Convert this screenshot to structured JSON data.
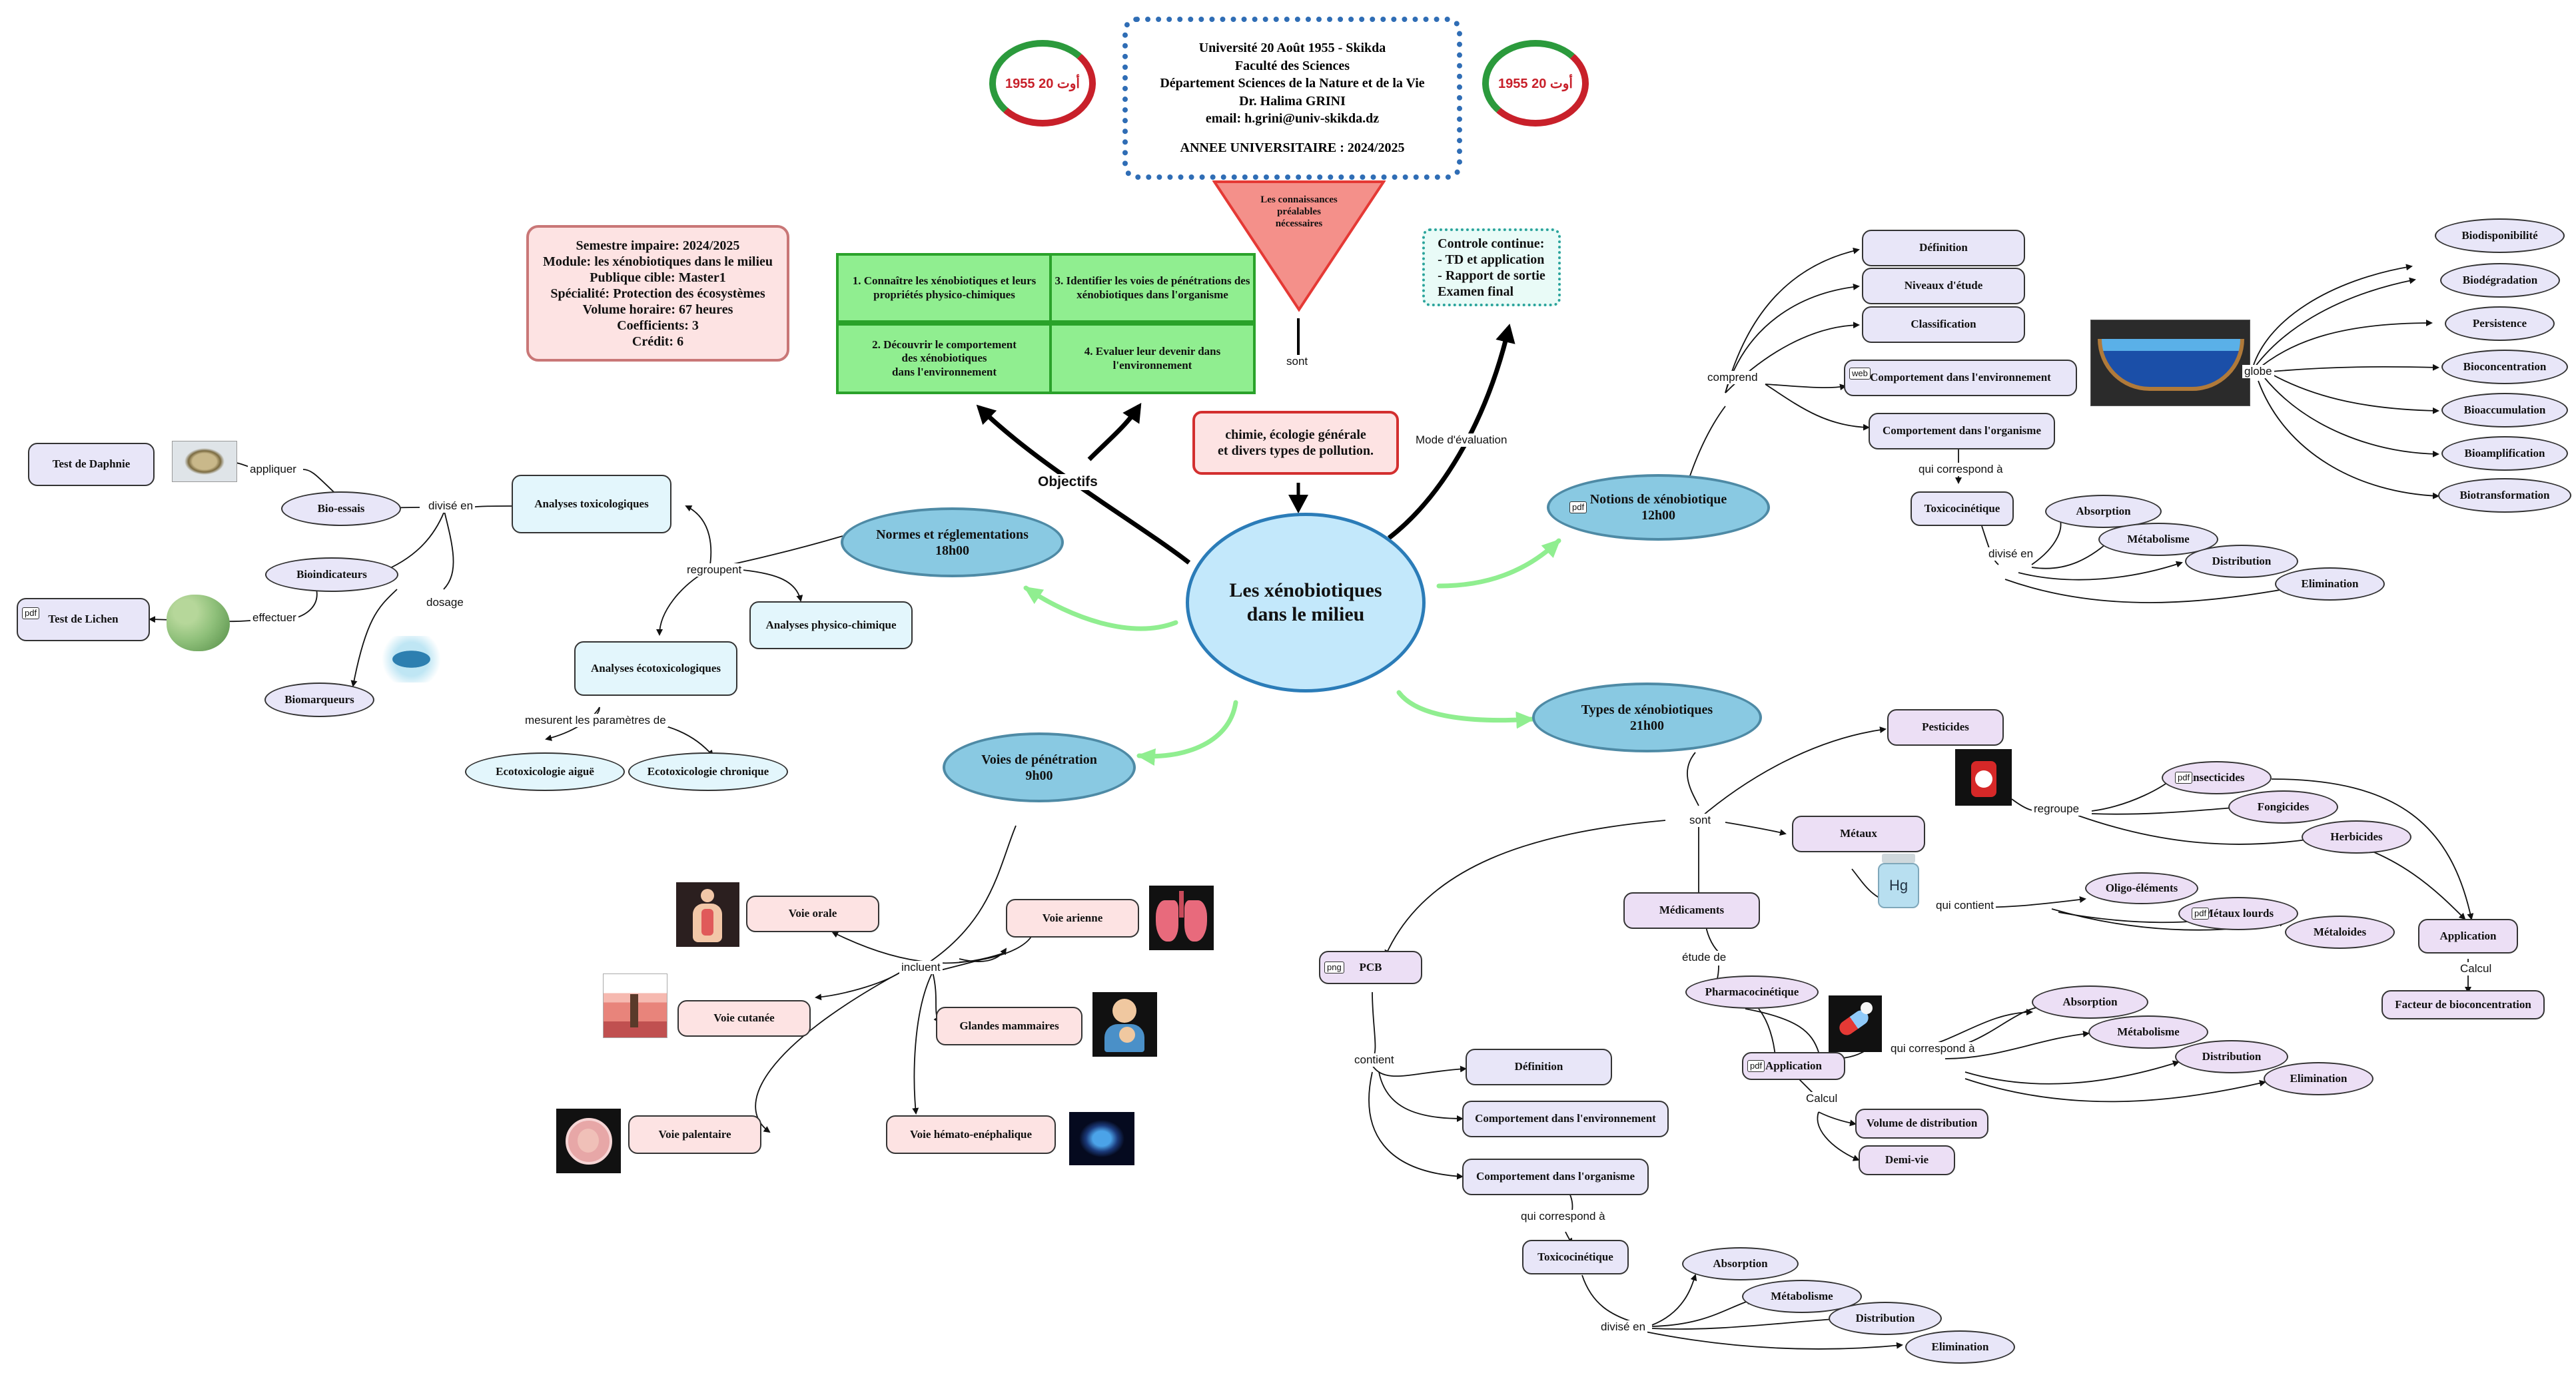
{
  "header": {
    "university": "Université 20 Août 1955 - Skikda",
    "faculty": "Faculté des Sciences",
    "department": "Département  Sciences de la Nature et de la Vie",
    "teacher": "Dr. Halima GRINI",
    "email": "email: h.grini@univ-skikda.dz",
    "year": "ANNEE UNIVERSITAIRE : 2024/2025",
    "logo_text": "1955 أوت 20"
  },
  "colors": {
    "accent_green": "#90ee90",
    "accent_blue": "#89c9e2",
    "prereq_red": "#f4908a",
    "header_border": "#2f6db5"
  },
  "icons": [
    "daphnia-image",
    "lichen-image",
    "fish-image",
    "body-image",
    "skin-image",
    "embryo-image",
    "lungs-image",
    "breastfeeding-image",
    "brain-image",
    "mercury-image",
    "pesticide-image",
    "pills-image",
    "river-diagram-image",
    "university-logo"
  ],
  "center": "Les xénobiotiques\ndans le milieu",
  "module_info": "Semestre impaire: 2024/2025\nModule: les xénobiotiques dans le milieu\nPublique cible: Master1\nSpécialité: Protection des écosystèmes\nVolume horaire: 67 heures\nCoefficients: 3\nCrédit: 6",
  "objectives": {
    "link": "Objectifs",
    "items": [
      "1. Connaître les xénobiotiques et leurs propriétés physico-chimiques",
      "3. Identifier les voies de pénétrations des xénobiotiques dans l'organisme",
      "2. Découvrir le comportement\ndes xénobiotiques\ndans l'environnement",
      "4. Evaluer leur devenir dans l'environnement"
    ]
  },
  "prerequisites": {
    "triangle": "Les connaissances\npréalables\nnécessaires",
    "link": "sont",
    "box": "chimie,  écologie générale\net divers types de pollution."
  },
  "evaluation": {
    "link": "Mode d'évaluation",
    "box": "Controle continue:\n- TD et application\n- Rapport de sortie\nExamen final"
  },
  "normes": {
    "title": "Normes et réglementations\n18h00",
    "regroupent": "regroupent",
    "toxico": "Analyses toxicologiques",
    "physico": "Analyses physico-chimique",
    "ecotox": "Analyses écotoxicologiques",
    "mesurent": "mesurent les paramètres de",
    "aigue": "Ecotoxicologie aiguë",
    "chronique": "Ecotoxicologie chronique",
    "divise_en": "divisé en",
    "bioessais": "Bio-essais",
    "appliquer": "appliquer",
    "daphnie": "Test de Daphnie",
    "bioindicateurs": "Bioindicateurs",
    "effectuer": "effectuer",
    "lichen": "Test de Lichen",
    "dosage": "dosage",
    "biomarqueurs": "Biomarqueurs",
    "pdf": "pdf"
  },
  "voies": {
    "title": "Voies de pénétration\n9h00",
    "incluent": "incluent",
    "items": [
      "Voie orale",
      "Voie cutanée",
      "Voie palentaire",
      "Voie arienne",
      "Glandes mammaires",
      "Voie hémato-enéphalique"
    ]
  },
  "notions": {
    "title": "Notions de xénobiotique\n12h00",
    "badge": "pdf",
    "comprend": "comprend",
    "items": [
      "Définition",
      "Niveaux d'étude",
      "Classification",
      "Comportement dans l'environnement",
      "Comportement dans l'organisme"
    ],
    "web": "web",
    "globe": "globe",
    "env_props": [
      "Biodisponibilité",
      "Biodégradation",
      "Persistence",
      "Bioconcentration",
      "Bioaccumulation",
      "Bioamplification",
      "Biotransformation"
    ],
    "correspond": "qui correspond à",
    "toxico": "Toxicocinétique",
    "divise": "divisé en",
    "adme": [
      "Absorption",
      "Métabolisme",
      "Distribution",
      "Elimination"
    ]
  },
  "types": {
    "title": "Types de xénobiotiques\n21h00",
    "sont": "sont",
    "pesticides": "Pesticides",
    "regroupe": "regroupe",
    "pest_items": [
      "Insecticides",
      "Fongicides",
      "Herbicides"
    ],
    "metaux": "Métaux",
    "contient": "qui contient",
    "metal_items": [
      "Oligo-éléments",
      "Métaux lourds",
      "Métaloides"
    ],
    "application": "Application",
    "calcul": "Calcul",
    "facteur": "Facteur de bioconcentration",
    "medicaments": "Médicaments",
    "etude": "étude de",
    "pharmaco": "Pharmacocinétique",
    "med_application": "Application",
    "med_correspond": "qui correspond à",
    "med_adme": [
      "Absorption",
      "Métabolisme",
      "Distribution",
      "Elimination"
    ],
    "med_calcul": "Calcul",
    "volume": "Volume de distribution",
    "demivie": "Demi-vie",
    "pcb": "PCB",
    "png": "png",
    "pcb_contient": "contient",
    "pcb_items": [
      "Définition",
      "Comportement dans l'environnement",
      "Comportement dans l'organisme"
    ],
    "pcb_correspond": "qui correspond à",
    "pcb_toxico": "Toxicocinétique",
    "pcb_divise": "divisé en",
    "pcb_adme": [
      "Absorption",
      "Métabolisme",
      "Distribution",
      "Elimination"
    ],
    "hg": "Hg"
  }
}
